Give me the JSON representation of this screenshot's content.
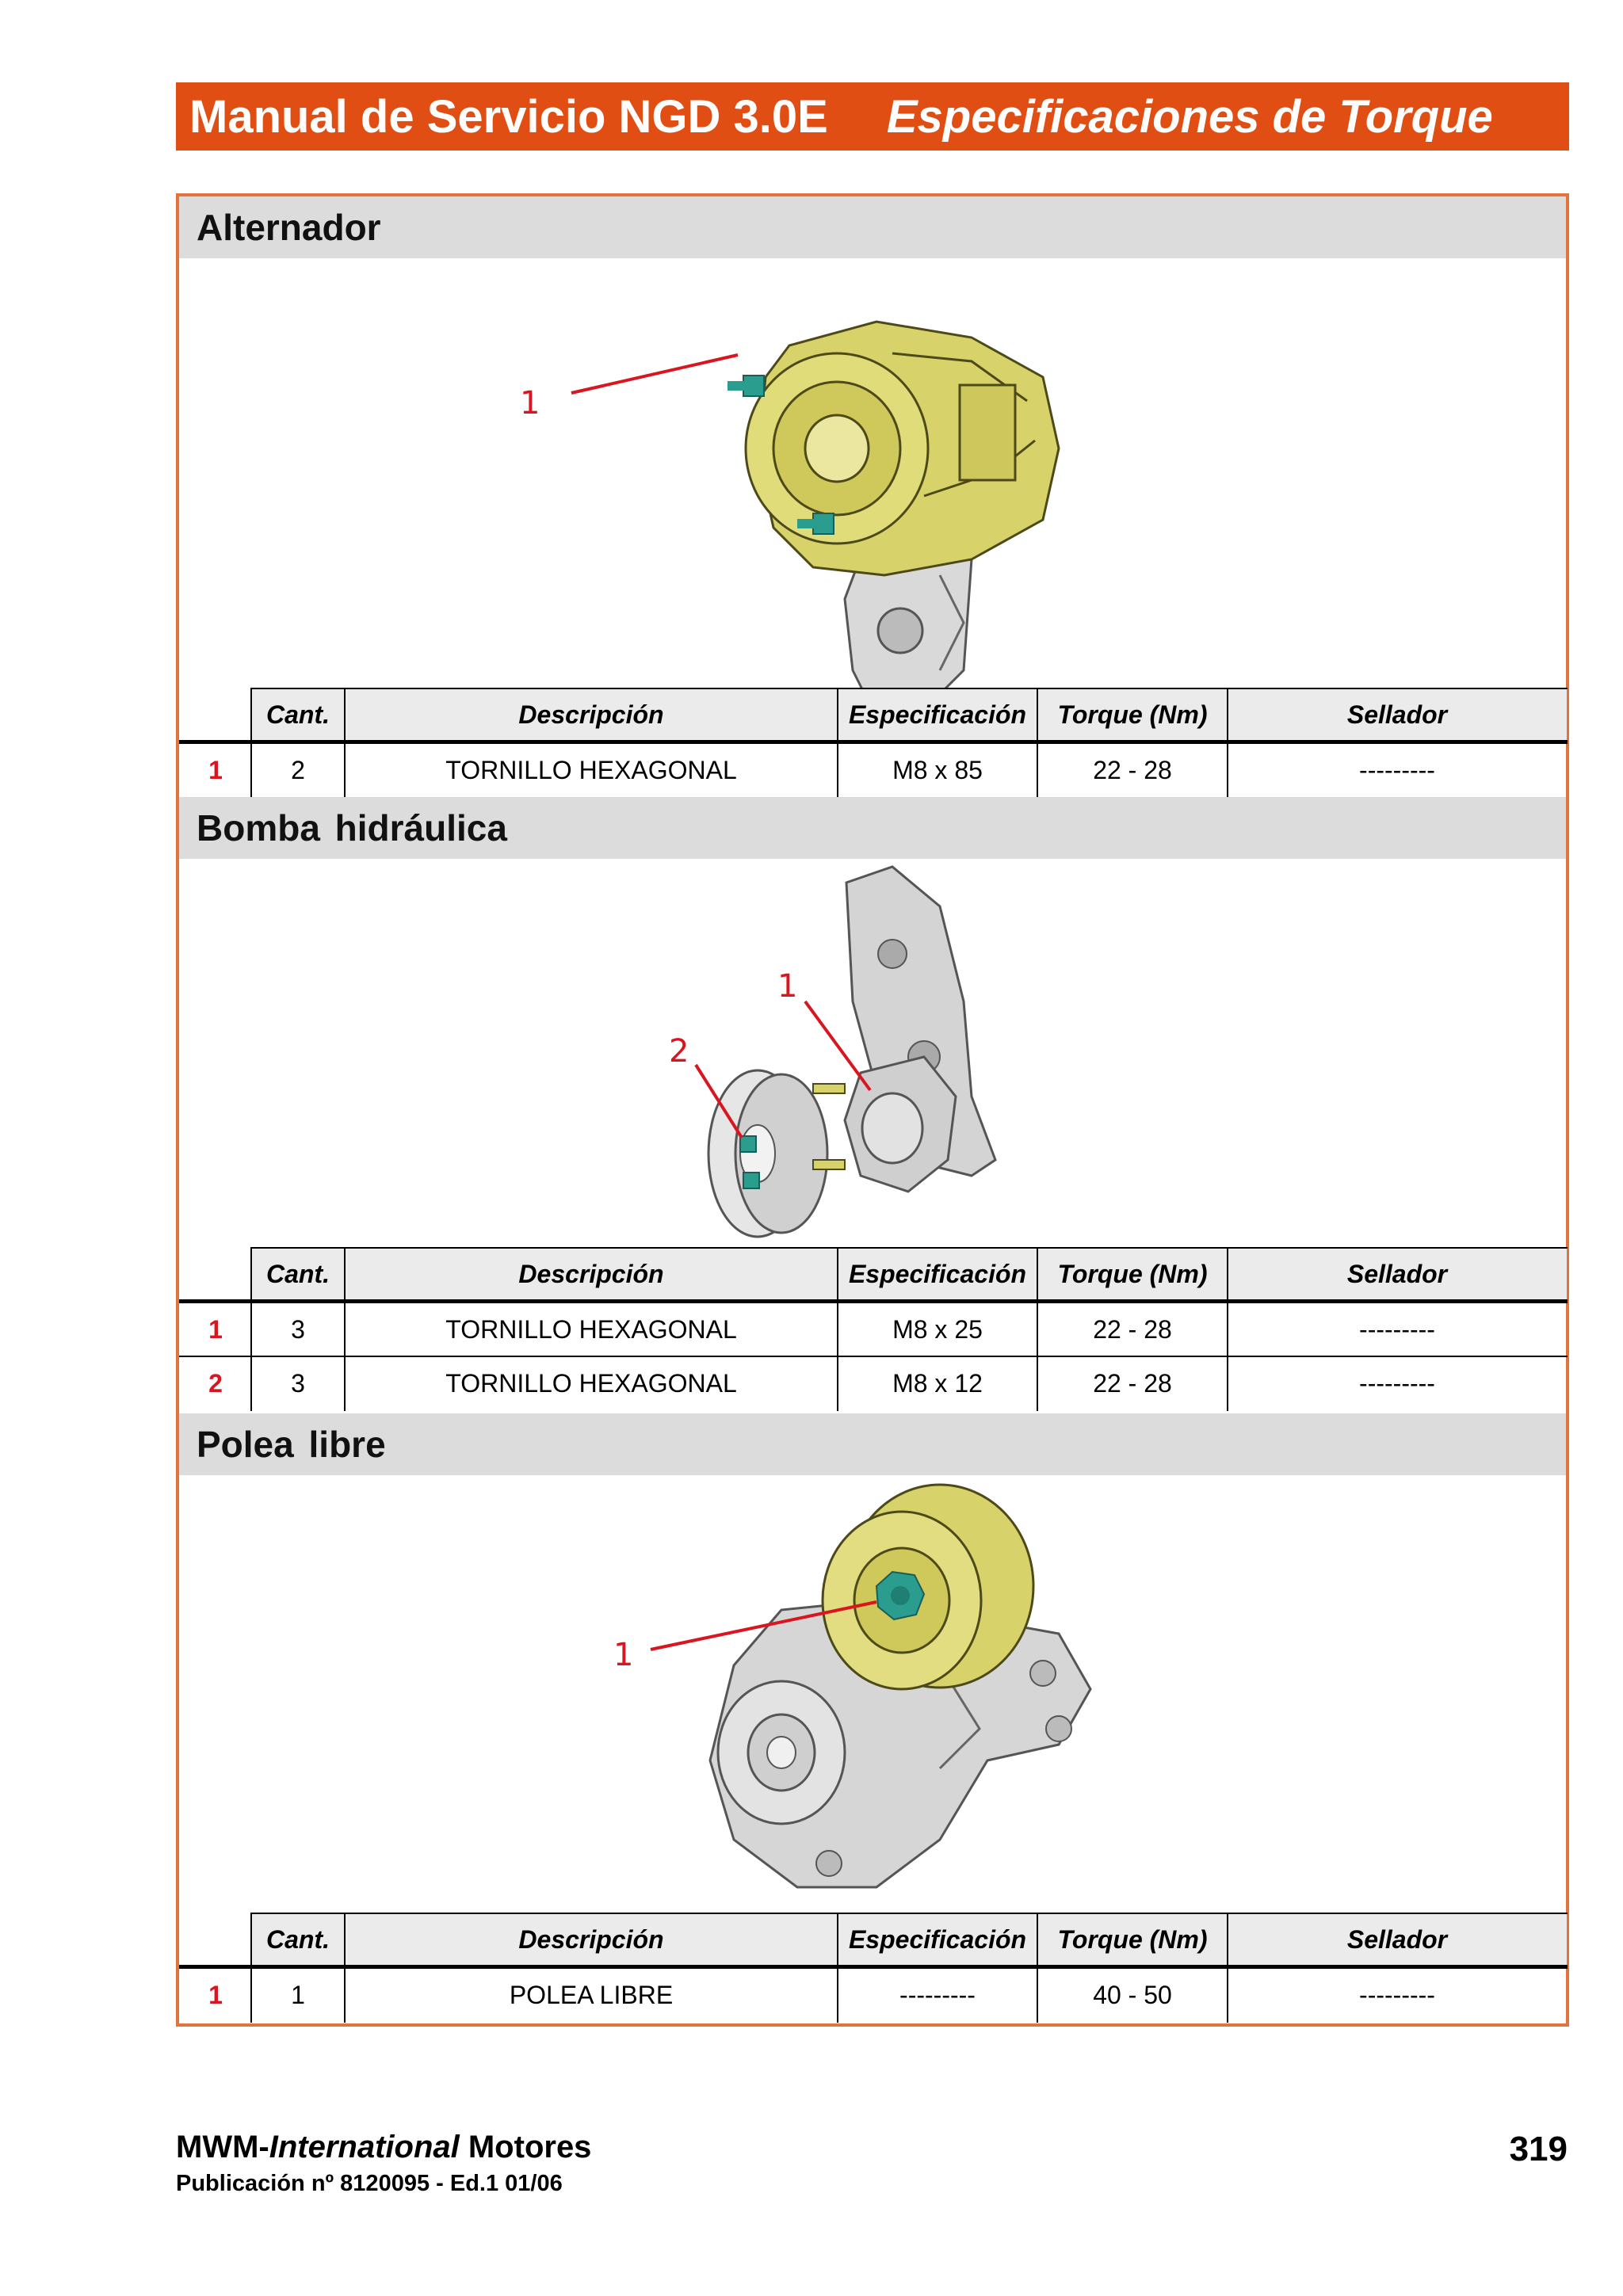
{
  "header": {
    "title": "Manual de Servicio NGD 3.0E",
    "subtitle": "Especificaciones de Torque",
    "accent_color": "#e04e13",
    "frame_color": "#e2733b"
  },
  "table_headers": {
    "cant": "Cant.",
    "descripcion": "Descripción",
    "especificacion": "Especificación",
    "torque": "Torque (Nm)",
    "sellador": "Sellador"
  },
  "sections": [
    {
      "title": "Alternador",
      "callouts": [
        "1"
      ],
      "rows": [
        {
          "num": "1",
          "cant": "2",
          "desc": "TORNILLO HEXAGONAL",
          "spec": "M8 x 85",
          "torque": "22 - 28",
          "sellador": "---------"
        }
      ]
    },
    {
      "title": "Bomba hidráulica",
      "callouts": [
        "1",
        "2"
      ],
      "rows": [
        {
          "num": "1",
          "cant": "3",
          "desc": "TORNILLO HEXAGONAL",
          "spec": "M8 x 25",
          "torque": "22 - 28",
          "sellador": "---------"
        },
        {
          "num": "2",
          "cant": "3",
          "desc": "TORNILLO HEXAGONAL",
          "spec": "M8 x 12",
          "torque": "22 - 28",
          "sellador": "---------"
        }
      ]
    },
    {
      "title": "Polea libre",
      "callouts": [
        "1"
      ],
      "rows": [
        {
          "num": "1",
          "cant": "1",
          "desc": "POLEA LIBRE",
          "spec": "---------",
          "torque": "40 - 50",
          "sellador": "---------"
        }
      ]
    }
  ],
  "footer": {
    "brand_prefix": "MWM-",
    "brand_italic": "International",
    "brand_suffix": " Motores",
    "publication": "Publicación nº 8120095 - Ed.1 01/06",
    "page_number": "319"
  }
}
